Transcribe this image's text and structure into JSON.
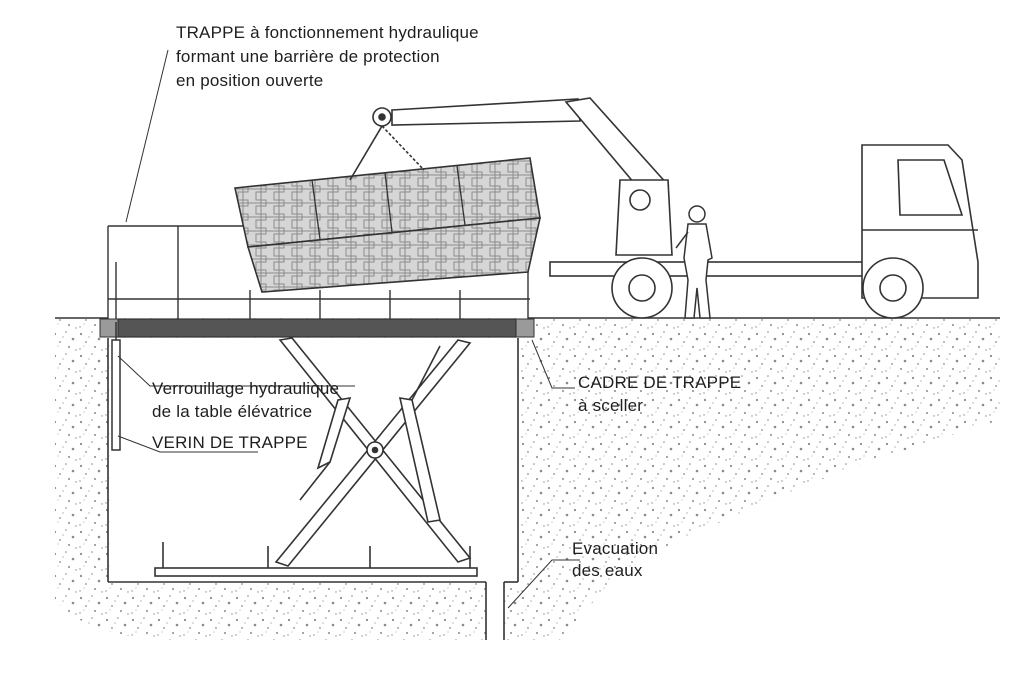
{
  "labels": {
    "trappe": {
      "line1": "TRAPPE à fonctionnement hydraulique",
      "line2": "formant une barrière de protection",
      "line3": "en position ouverte"
    },
    "verrouillage": {
      "line1": "Verrouillage hydraulique",
      "line2": "de la table élévatrice"
    },
    "verin": "VERIN DE TRAPPE",
    "cadre": {
      "line1": "CADRE DE TRAPPE",
      "line2": "à sceller"
    },
    "evacuation": {
      "line1": "Evacuation",
      "line2": "des eaux"
    }
  },
  "colors": {
    "line": "#333333",
    "soil_dot": "#8a8a8a",
    "mesh": "#8c8c8c",
    "mesh_fill": "#d6d6d6",
    "deck": "#555555"
  },
  "icons": {
    "truck": "crane-truck-icon",
    "worker": "person-icon"
  }
}
